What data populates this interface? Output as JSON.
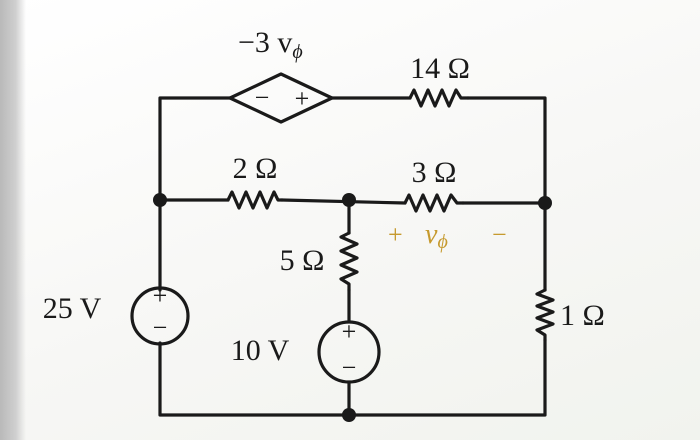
{
  "labels": {
    "dependent_source": "−3 v",
    "dependent_source_sub": "ϕ",
    "r14": "14 Ω",
    "r2": "2 Ω",
    "r3": "3 Ω",
    "r5": "5 Ω",
    "r1": "1 Ω",
    "v25": "25 V",
    "v10": "10 V",
    "vphi_plus": "+",
    "vphi": "v",
    "vphi_sub": "ϕ",
    "vphi_minus": "−"
  },
  "signs": {
    "dep_minus": "−",
    "dep_plus": "+",
    "src25_plus": "+",
    "src25_minus": "−",
    "src10_plus": "+",
    "src10_minus": "−"
  },
  "colors": {
    "wire": "#1a1a1a",
    "vphi_annotation": "#c69a2e"
  }
}
